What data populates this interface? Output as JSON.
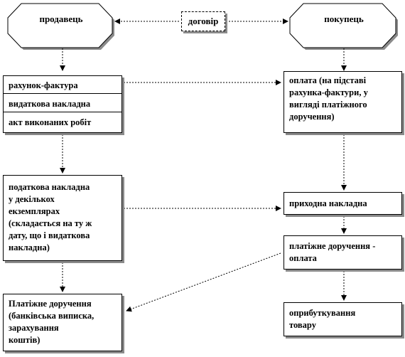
{
  "nodes": {
    "seller": "продавець",
    "contract": "договір",
    "buyer": "покупець",
    "invoice_group": [
      "рахунок-фактура",
      "видаткова накладна",
      "акт виконаних робіт"
    ],
    "payment_by_invoice": "оплата (на підставі\nрахунка-фактури,  у\nвигляді платіжного\nдоручення)",
    "tax_invoice": "податкова накладна\nу декількох\nекземплярах\n(складається на ту ж\nдату, що і видаткова\nнакладна)",
    "receipt_invoice": "приходна накладна",
    "payment_order_payment": "платіжне доручення -\nоплата",
    "payment_order_bank": "Платіжне доручення\n(банківська виписка,\nзарахування\nкоштів)",
    "goods_receipt": "оприбуткування\nтовару"
  },
  "colors": {
    "line": "#000000",
    "shadow": "#8a8a8a",
    "background": "#ffffff"
  }
}
